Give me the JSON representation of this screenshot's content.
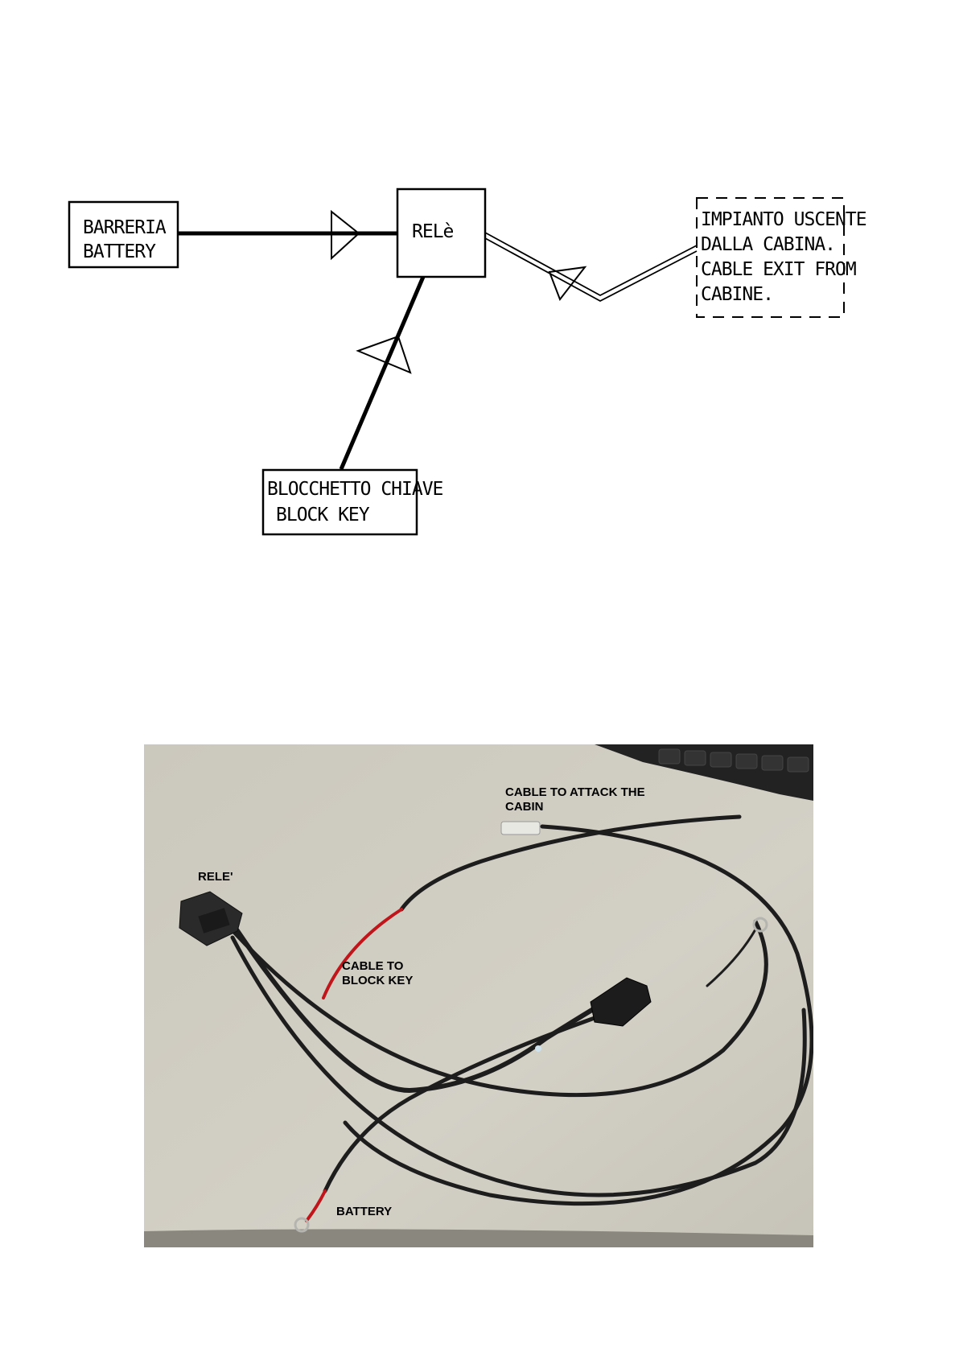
{
  "diagram": {
    "battery_box": {
      "line1": "BARRERIA",
      "line2": "BATTERY"
    },
    "relay_box": {
      "label": "RELè"
    },
    "cabin_box": {
      "line1": "IMPIANTO USCENTE",
      "line2": "DALLA CABINA.",
      "line3": "CABLE EXIT FROM",
      "line4": "CABINE."
    },
    "key_box": {
      "line1": "BLOCCHETTO CHIAVE",
      "line2": "BLOCK KEY"
    }
  },
  "photo": {
    "labels": {
      "cabin_cable": "CABLE TO ATTACK THE\nCABIN",
      "relay": "RELE'",
      "block_key": "CABLE TO\nBLOCK KEY",
      "battery": "BATTERY"
    },
    "colors": {
      "background": "#cfccc2",
      "cable": "#1d1d1d",
      "red_wire": "#c0151a"
    }
  }
}
